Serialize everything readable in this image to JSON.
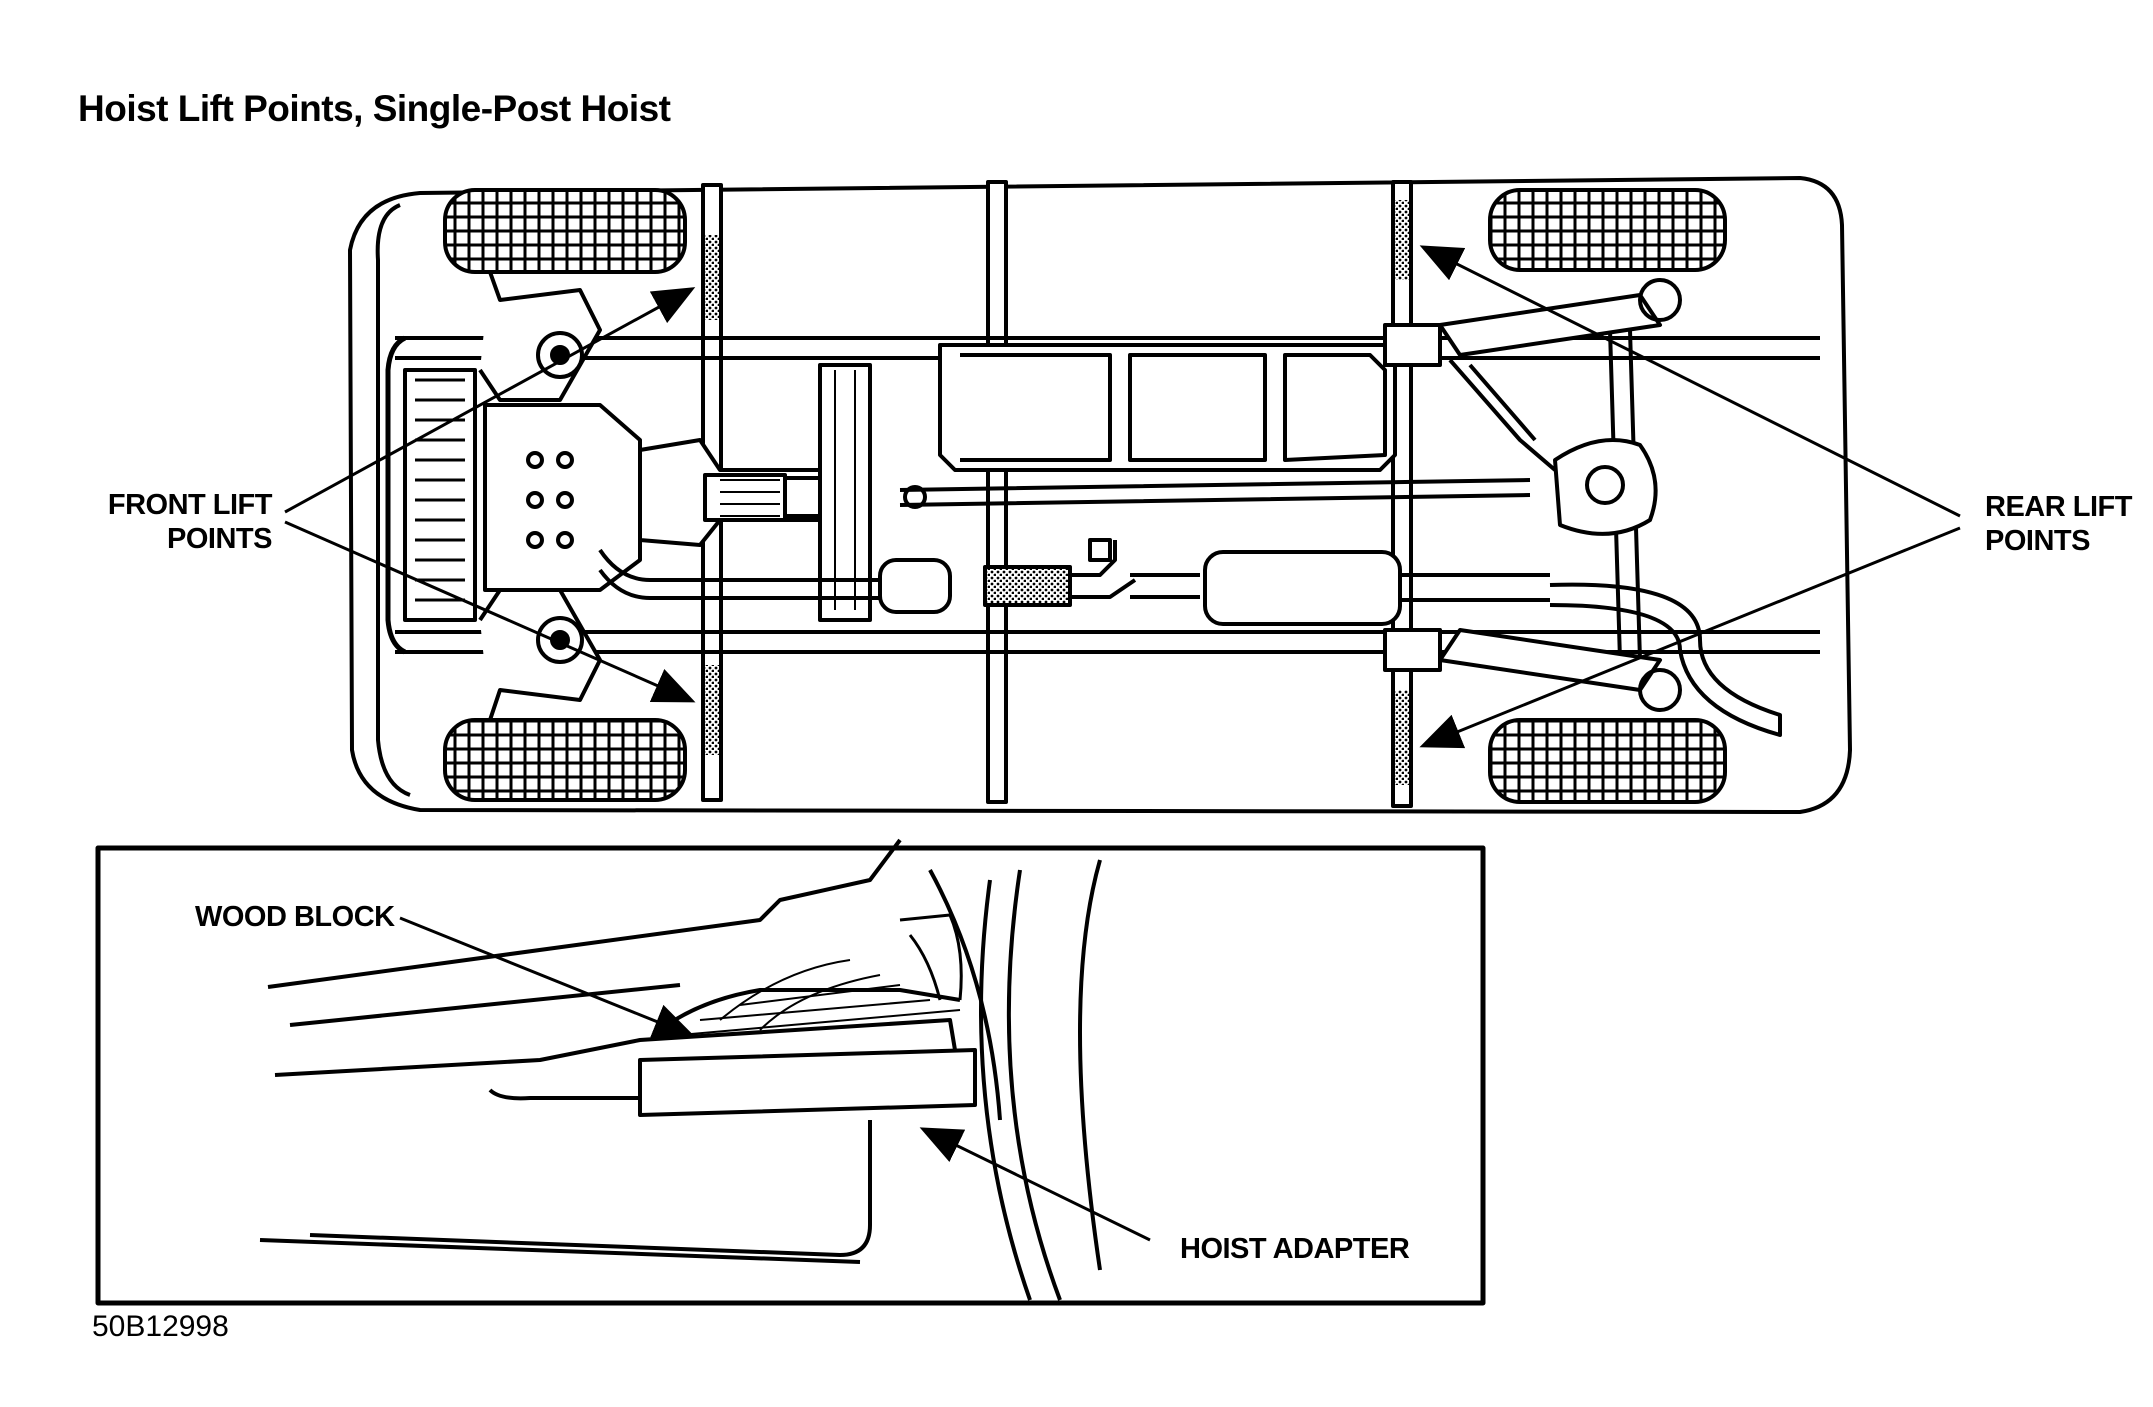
{
  "title": "Hoist Lift Points, Single-Post Hoist",
  "labels": {
    "front_lift_line1": "FRONT LIFT",
    "front_lift_line2": "POINTS",
    "rear_lift_line1": "REAR LIFT",
    "rear_lift_line2": "POINTS",
    "wood_block": "WOOD BLOCK",
    "hoist_adapter": "HOIST ADAPTER"
  },
  "figure_code": "50B12998",
  "colors": {
    "ink": "#000000",
    "paper": "#ffffff"
  }
}
